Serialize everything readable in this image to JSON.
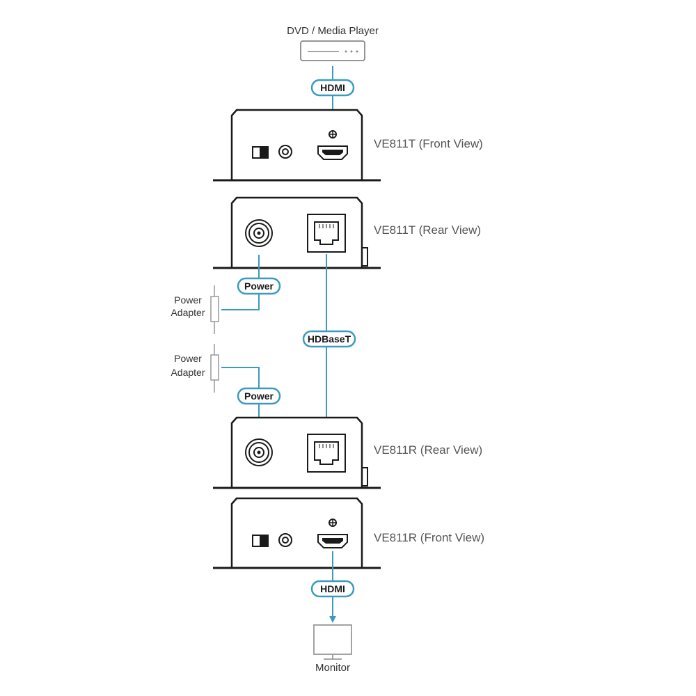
{
  "source": {
    "label": "DVD / Media Player"
  },
  "cables": {
    "hdmi_top": "HDMI",
    "power_tx": "Power",
    "hdbaset": "HDBaseT",
    "power_rx": "Power",
    "hdmi_bottom": "HDMI"
  },
  "adapters": {
    "tx": {
      "line1": "Power",
      "line2": "Adapter"
    },
    "rx": {
      "line1": "Power",
      "line2": "Adapter"
    }
  },
  "devices": {
    "tx_front": "VE811T (Front View)",
    "tx_rear": "VE811T (Rear View)",
    "rx_rear": "VE811R (Rear View)",
    "rx_front": "VE811R (Front View)"
  },
  "display": {
    "label": "Monitor"
  },
  "colors": {
    "cable": "#3a9bbd",
    "outline": "#1a1a1a",
    "label": "#555555"
  }
}
